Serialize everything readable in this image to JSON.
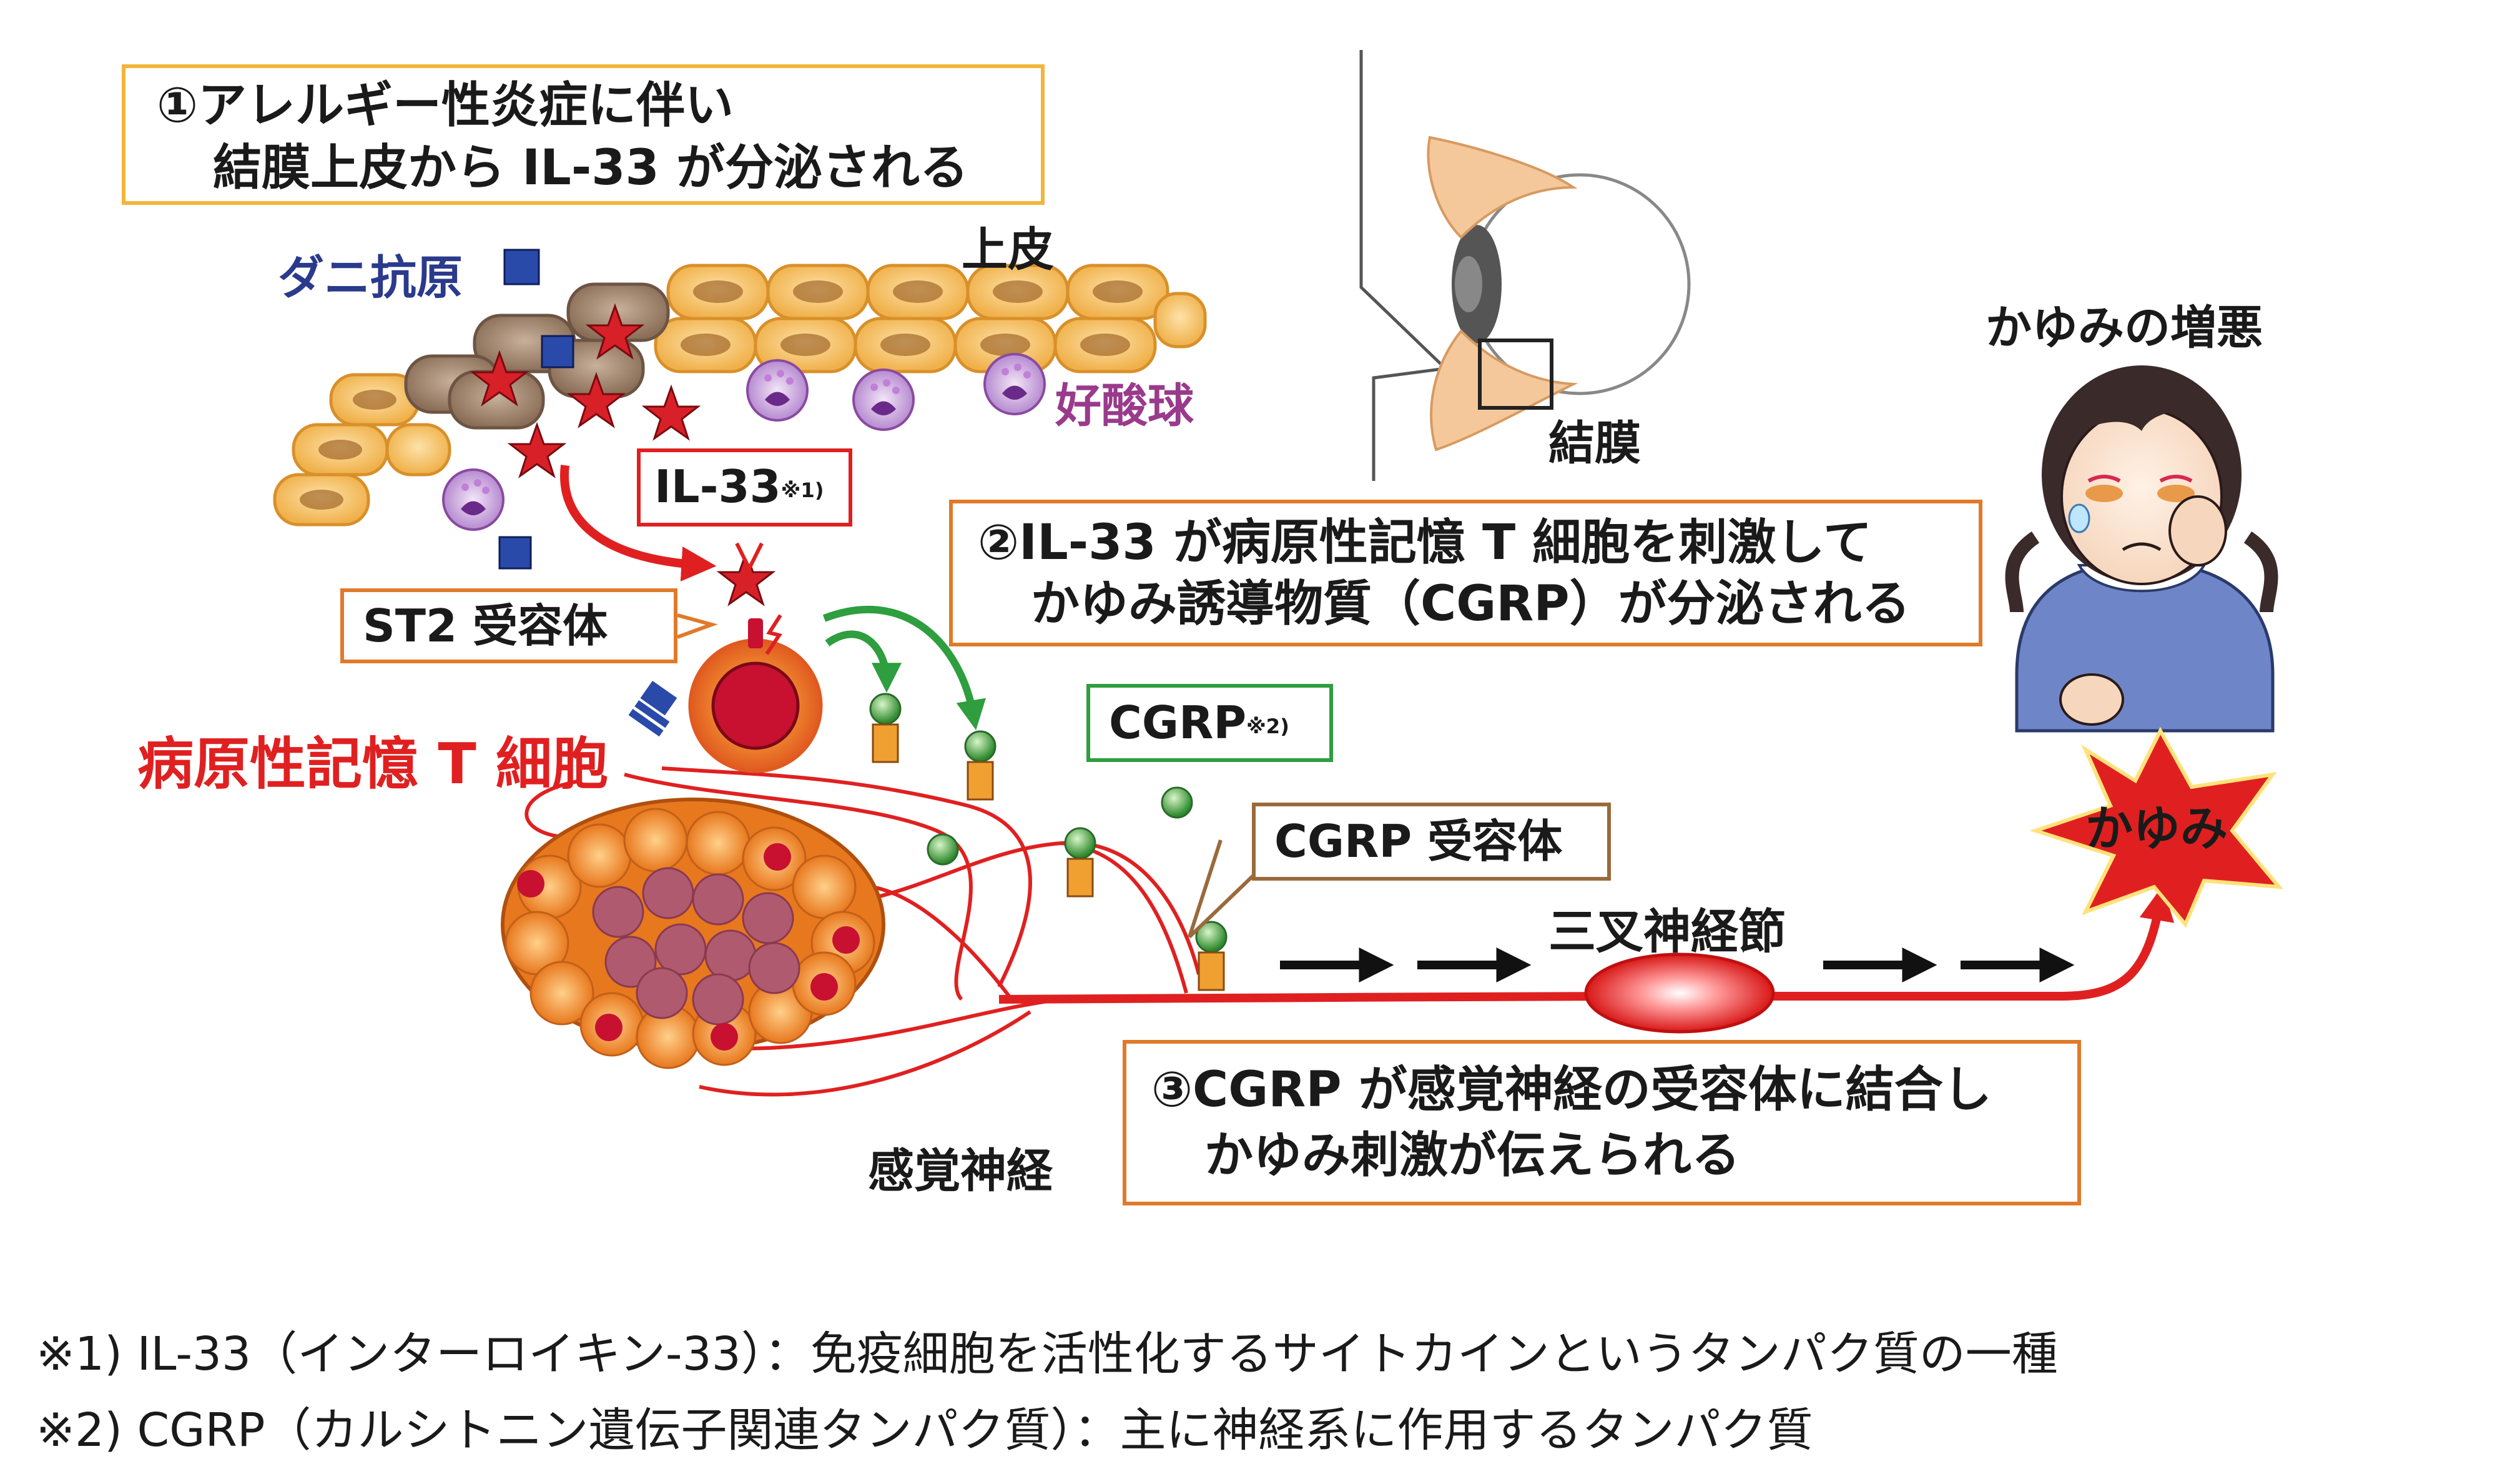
{
  "step1": {
    "line1": "①アレルギー性炎症に伴い",
    "line2": "結膜上皮から IL-33 が分泌される"
  },
  "step2": {
    "line1": "②IL-33 が病原性記憶 T 細胞を刺激して",
    "line2": "かゆみ誘導物質（CGRP）が分泌される"
  },
  "step3": {
    "line1": "③CGRP が感覚神経の受容体に結合し",
    "line2": "かゆみ刺激が伝えられる"
  },
  "labels": {
    "mite_antigen": "ダニ抗原",
    "epithelium": "上皮",
    "eosinophil": "好酸球",
    "il33": "IL-33",
    "il33_note": "※1)",
    "st2": "ST2 受容体",
    "memory_t": "病原性記憶 T 細胞",
    "cgrp": "CGRP",
    "cgrp_note": "※2)",
    "cgrp_receptor": "CGRP 受容体",
    "trigeminal": "三叉神経節",
    "sensory": "感覚神経",
    "conjunctiva": "結膜",
    "itch_worse": "かゆみの増悪",
    "itch": "かゆみ"
  },
  "footnotes": [
    "※1) IL-33（インターロイキン-33）：免疫細胞を活性化するサイトカインというタンパク質の一種",
    "※2) CGRP（カルシトニン遺伝子関連タンパク質）：主に神経系に作用するタンパク質"
  ],
  "colors": {
    "yellow_border": "#f2b53a",
    "orange_border": "#e07a2a",
    "red": "#e02020",
    "green": "#2e9e3e",
    "navy": "#2a3a8c",
    "purple": "#9a3a8c",
    "nerve": "#e02020"
  }
}
